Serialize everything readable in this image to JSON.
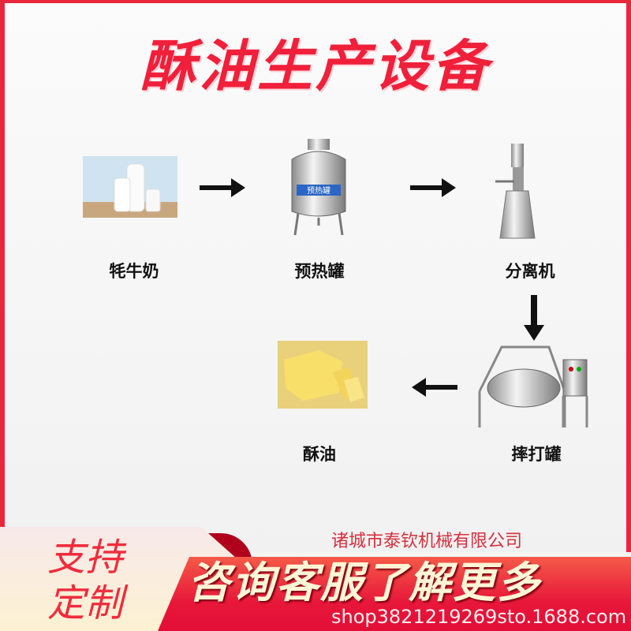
{
  "title": "酥油生产设备",
  "steps": [
    {
      "label": "牦牛奶",
      "image": "milk-bottles-photo"
    },
    {
      "label": "预热罐",
      "image": "preheat-tank-photo",
      "tank_label": "预热罐"
    },
    {
      "label": "分离机",
      "image": "separator-photo"
    },
    {
      "label": "摔打罐",
      "image": "churn-tank-photo"
    },
    {
      "label": "酥油",
      "image": "butter-photo"
    }
  ],
  "banner": {
    "tag_line1": "支持",
    "tag_line2": "定制",
    "main_text": "咨询客服了解更多",
    "watermark_company": "诸城市泰钦机械有限公司",
    "watermark_url": "shop3821219269sto.1688.com"
  },
  "colors": {
    "accent": "#e8283a",
    "title": "#f0203a",
    "arrow": "#111111"
  }
}
